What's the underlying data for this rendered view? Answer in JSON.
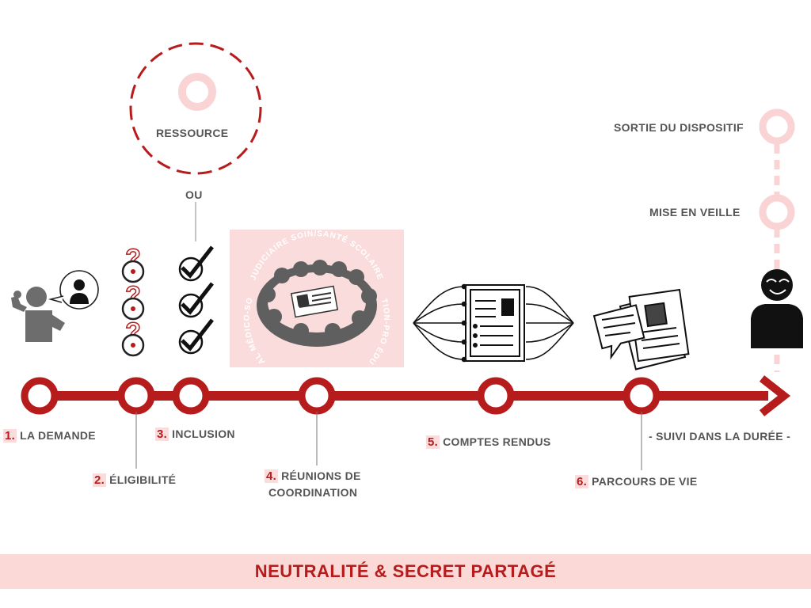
{
  "steps": [
    {
      "number": "1.",
      "label": "LA DEMANDE"
    },
    {
      "number": "2.",
      "label": "ÉLIGIBILITÉ"
    },
    {
      "number": "3.",
      "label": "INCLUSION"
    },
    {
      "number": "4.",
      "label_line1": "RÉUNIONS DE",
      "label_line2": "COORDINATION"
    },
    {
      "number": "5.",
      "label": "COMPTES RENDUS"
    },
    {
      "number": "6.",
      "label": "PARCOURS DE VIE"
    }
  ],
  "resource": {
    "label": "RESSOURCE",
    "connector": "OU"
  },
  "exit": {
    "sortie": "SORTIE DU DISPOSITIF",
    "veille": "MISE EN VEILLE"
  },
  "suivi": "- SUIVI DANS LA DURÉE -",
  "footer": "NEUTRALITÉ & SECRET PARTAGÉ",
  "sectors": [
    "SOCIAL",
    "MÉDICO-SOCIAL",
    "JUDICIAIRE",
    "SOIN/SANTÉ",
    "SCOLAIRE",
    "INSERTION-PRO",
    "ÉDUCATIF"
  ],
  "colors": {
    "accent": "#b71c1c",
    "accent_light": "#fadcdc",
    "text": "#555555",
    "icon_gray": "#6d6d6d",
    "icon_dark": "#111111"
  }
}
